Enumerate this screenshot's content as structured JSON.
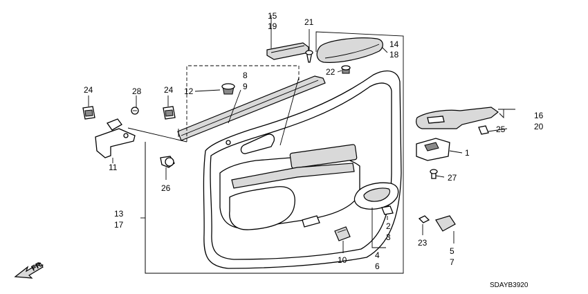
{
  "labels": {
    "l1": "1",
    "l2": "2",
    "l3": "3",
    "l4": "4",
    "l5": "5",
    "l6": "6",
    "l7": "7",
    "l8": "8",
    "l9": "9",
    "l10": "10",
    "l11": "11",
    "l12": "12",
    "l13": "13",
    "l14": "14",
    "l15": "15",
    "l16": "16",
    "l17": "17",
    "l18": "18",
    "l19": "19",
    "l20": "20",
    "l21": "21",
    "l22": "22",
    "l23": "23",
    "l24a": "24",
    "l24b": "24",
    "l25": "25",
    "l26": "26",
    "l27": "27",
    "l28": "28"
  },
  "front_marker": "FR.",
  "diagram_code": "SDAYB3920"
}
